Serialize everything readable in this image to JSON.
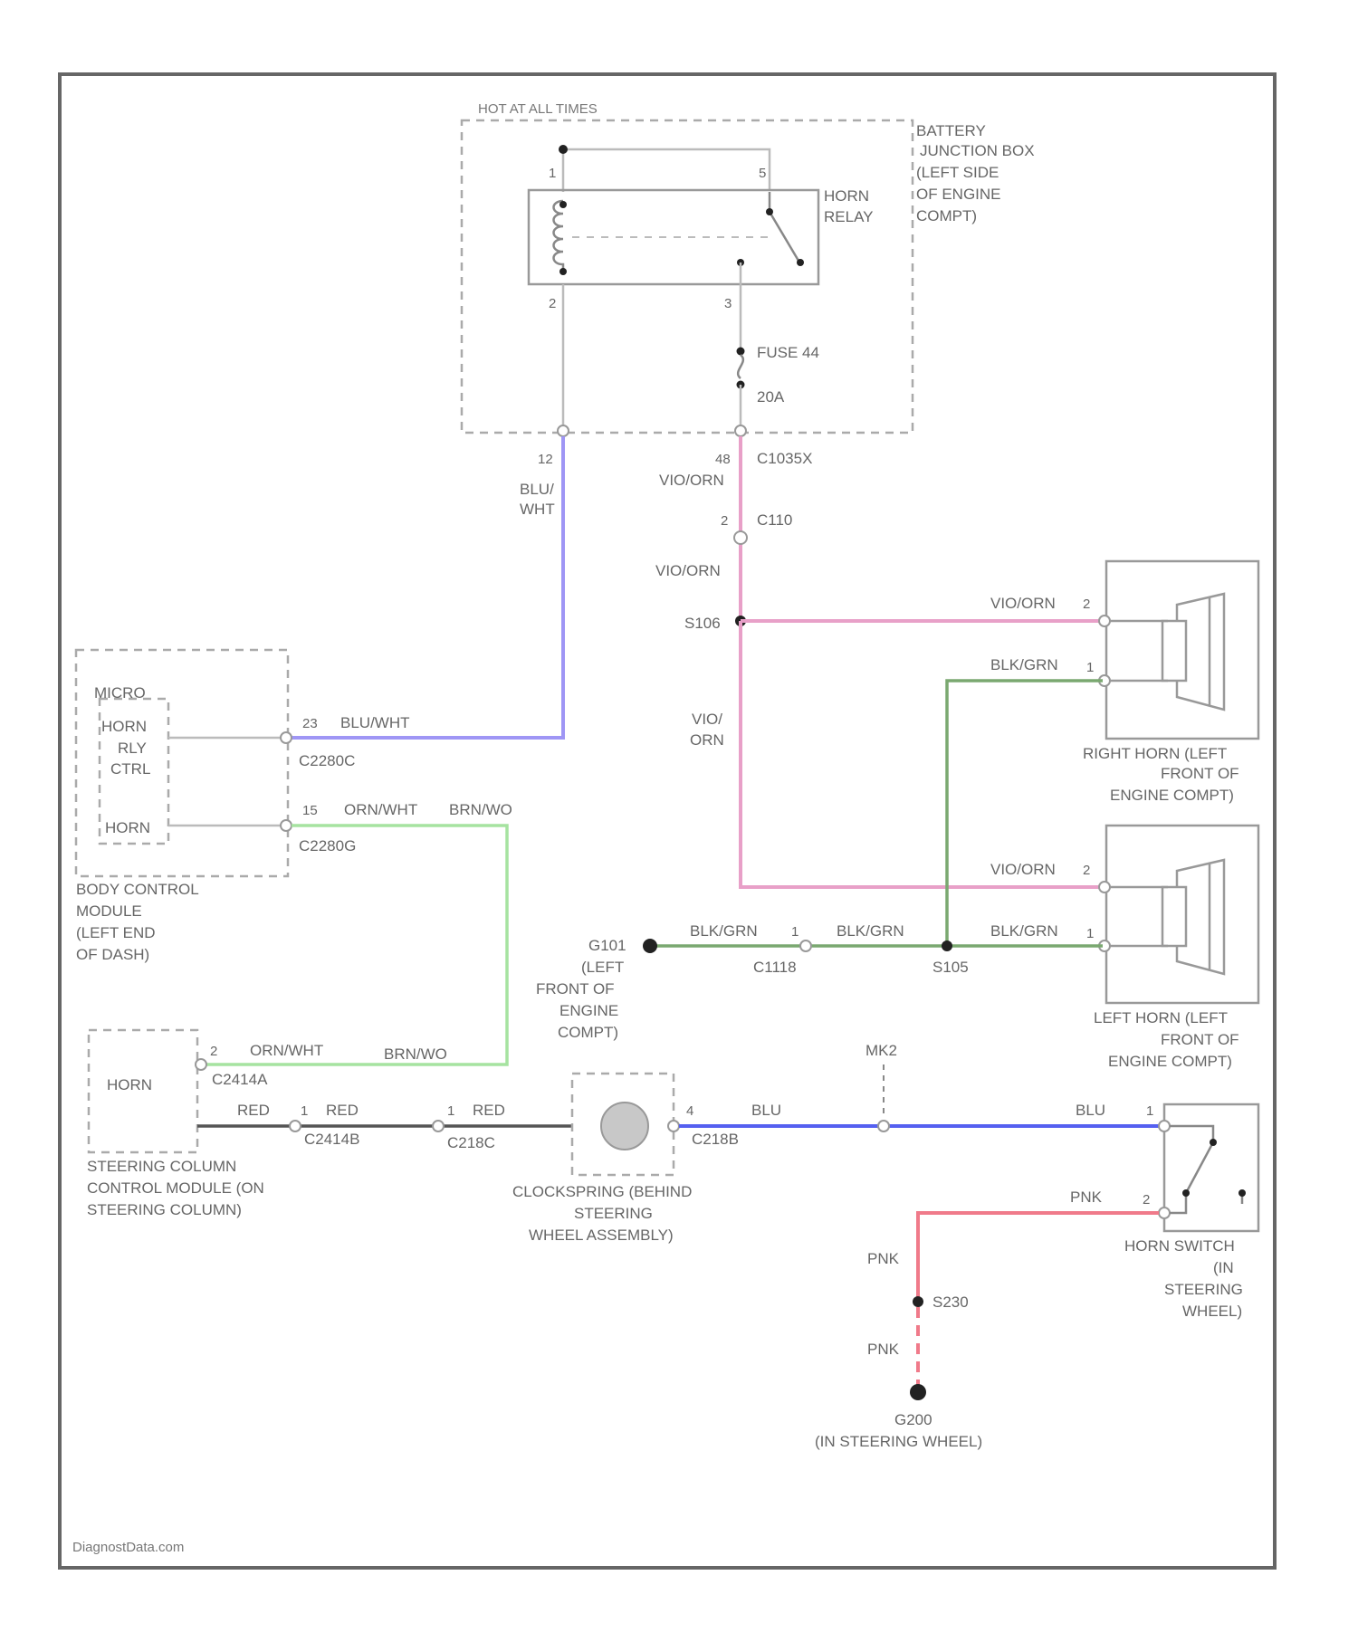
{
  "labels": {
    "hot_at_all_times": "HOT AT ALL TIMES",
    "battery_junction_box": [
      "BATTERY",
      "JUNCTION BOX",
      "(LEFT SIDE",
      "OF ENGINE",
      "COMPT)"
    ],
    "horn_relay": [
      "HORN",
      "RELAY"
    ],
    "fuse": [
      "FUSE 44",
      "20A"
    ],
    "c1035_pin": "48",
    "c1035": "C1035X",
    "c110_pin": "2",
    "c110": "C110",
    "s106": "S106",
    "bcm_pin_12": "12",
    "bcm_inner": [
      "MICRO",
      "HORN",
      "RLY",
      "CTRL",
      "HORN"
    ],
    "c2280c_pin": "23",
    "c2280c": "C2280C",
    "c2280g_pin": "15",
    "c2280g": "C2280G",
    "bcm_name": [
      "BODY CONTROL",
      "MODULE",
      "(LEFT END",
      "OF DASH)"
    ],
    "right_horn": [
      "RIGHT HORN (LEFT",
      "FRONT OF",
      "ENGINE COMPT)"
    ],
    "left_horn": [
      "LEFT HORN (LEFT",
      "FRONT OF",
      "ENGINE COMPT)"
    ],
    "g101": [
      "G101",
      "(LEFT",
      "FRONT OF",
      "ENGINE",
      "COMPT)"
    ],
    "c1118": "C1118",
    "s105": "S105",
    "sccm_horn": "HORN",
    "sccm_pin": "2",
    "c2414a": "C2414A",
    "sccm_name": [
      "STEERING COLUMN",
      "CONTROL MODULE (ON",
      "STEERING COLUMN)"
    ],
    "c2414b": "C2414B",
    "c218c": "C218C",
    "clockspring": [
      "CLOCKSPRING (BEHIND",
      "STEERING",
      "WHEEL ASSEMBLY)"
    ],
    "c218b": "C218B",
    "clock_pin": "4",
    "mk2": "MK2",
    "horn_switch": [
      "HORN SWITCH",
      "(IN",
      "STEERING",
      "WHEEL)"
    ],
    "s230": "S230",
    "g200": [
      "G200",
      "(IN STEERING WHEEL)"
    ],
    "watermark": "DiagnostData.com"
  },
  "wires": {
    "blu_wht_v": [
      "BLU/",
      "WHT"
    ],
    "blu_wht": "BLU/WHT",
    "vio_orn": "VIO/ORN",
    "vio_orn_v": [
      "VIO/",
      "ORN"
    ],
    "blk_grn": "BLK/GRN",
    "orn_wht": "ORN/WHT",
    "brn_wo": "BRN/WO",
    "red": "RED",
    "blu": "BLU",
    "pnk": "PNK"
  },
  "pins": {
    "relay_1": "1",
    "relay_5": "5",
    "relay_2": "2",
    "relay_3": "3",
    "horn_2": "2",
    "horn_1": "1",
    "one": "1",
    "sw_1": "1",
    "sw_2": "2"
  },
  "colors": {
    "blu_wht": "#9f96f5",
    "vio_orn": "#e8a0c8",
    "blk_grn": "#7aa870",
    "orn_wht": "#a6e3a0",
    "red": "#555555",
    "blu": "#5560f0",
    "pnk": "#f07a8a",
    "gray": "#bbbbbb"
  }
}
